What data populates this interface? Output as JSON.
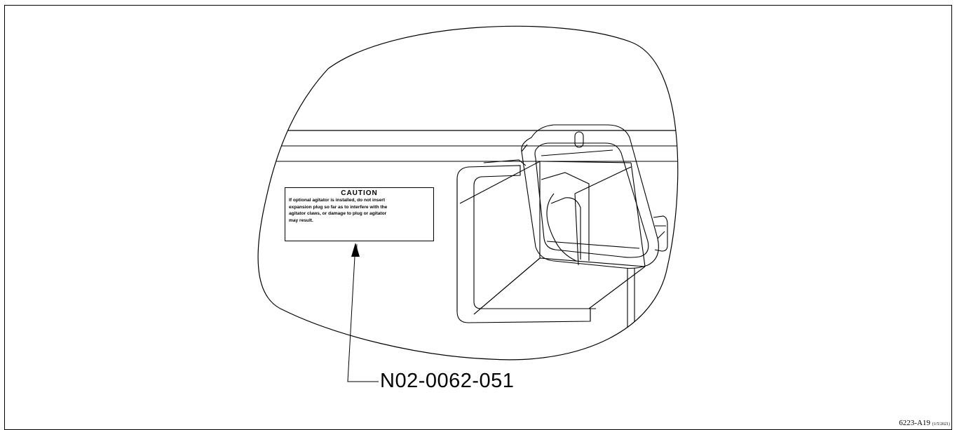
{
  "part_number": "N02-0062-051",
  "label": {
    "heading": "CAUTION",
    "lines": [
      "If optional agitator is installed, do not insert",
      "expansion plug so far as to interfere with the",
      "agitator claws, or damage to plug or agitator",
      "may result."
    ]
  },
  "reference": {
    "code": "6223-A19",
    "date": "(1/5/2021)"
  }
}
